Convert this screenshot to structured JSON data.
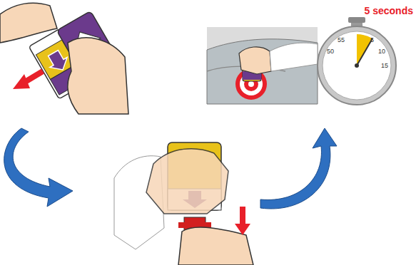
{
  "diagram": {
    "labels": [
      "5 seconds",
      "55",
      "5",
      "10",
      "15",
      "50"
    ]
  }
}
